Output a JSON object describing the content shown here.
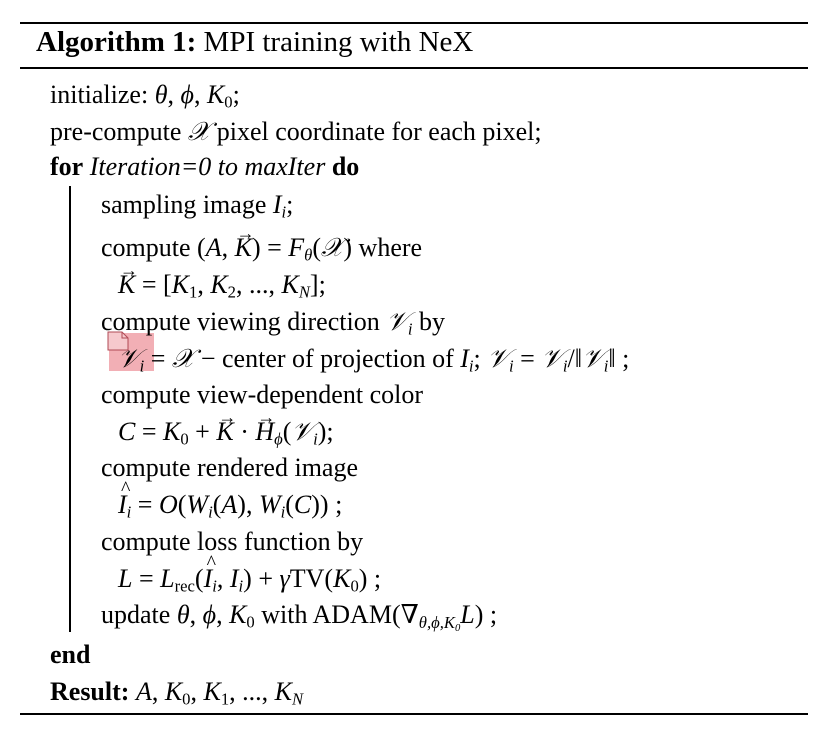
{
  "algorithm": {
    "title_label": "Algorithm 1:",
    "title_text": "MPI training with NeX",
    "lines": {
      "init_prefix": "initialize:",
      "precompute_prefix": "pre-compute",
      "precompute_suffix": "pixel coordinate for each pixel;",
      "for_kw": "for",
      "for_cond": "Iteration=0 to maxIter",
      "do_kw": "do",
      "sampling": "sampling image",
      "compute1_prefix": "compute",
      "where": "where",
      "viewdir": "compute viewing direction",
      "by": "by",
      "center_text": "center of projection of",
      "viewdep": "compute view-dependent color",
      "rendered": "compute rendered image",
      "loss": "compute loss function by",
      "rec_sub": "rec",
      "tv": "TV",
      "update_prefix": "update",
      "with_adam": "with ADAM",
      "end_kw": "end",
      "result_kw": "Result:"
    }
  },
  "annotation": {
    "icon": "comment-note-icon",
    "highlight_color": "#e86e78"
  }
}
